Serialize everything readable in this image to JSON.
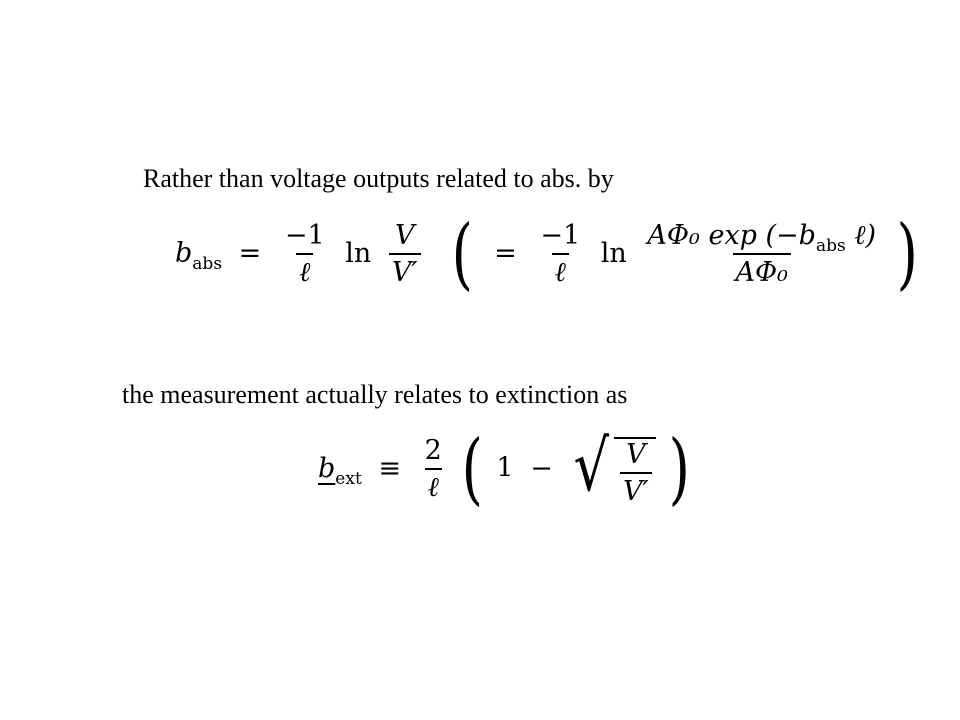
{
  "text": {
    "intro": "Rather than voltage outputs related to abs. by",
    "middle": "the measurement actually relates to extinction as"
  },
  "equation_absorption": {
    "lhs_var": "b",
    "lhs_sub": "abs",
    "eq": "=",
    "frac1_num": "−1",
    "frac1_den": "ℓ",
    "ln": "ln",
    "frac2_num": "V",
    "frac2_den": "V′",
    "open_paren": "(",
    "eq2": "=",
    "frac3_num": "−1",
    "frac3_den": "ℓ",
    "ln2": "ln",
    "frac4_num": "AΦ₀ exp (−b",
    "frac4_num_sub": "abs",
    "frac4_num_tail": " ℓ)",
    "frac4_den": "AΦ₀",
    "close_paren": ")"
  },
  "equation_extinction": {
    "lhs_var": "b",
    "lhs_sub": "ext",
    "equiv": "≡",
    "frac_num": "2",
    "frac_den": "ℓ",
    "open_paren": "(",
    "one": "1",
    "minus": "−",
    "sqrt": "√",
    "inner_num": "V",
    "inner_den": "V′",
    "close_paren": ")"
  }
}
